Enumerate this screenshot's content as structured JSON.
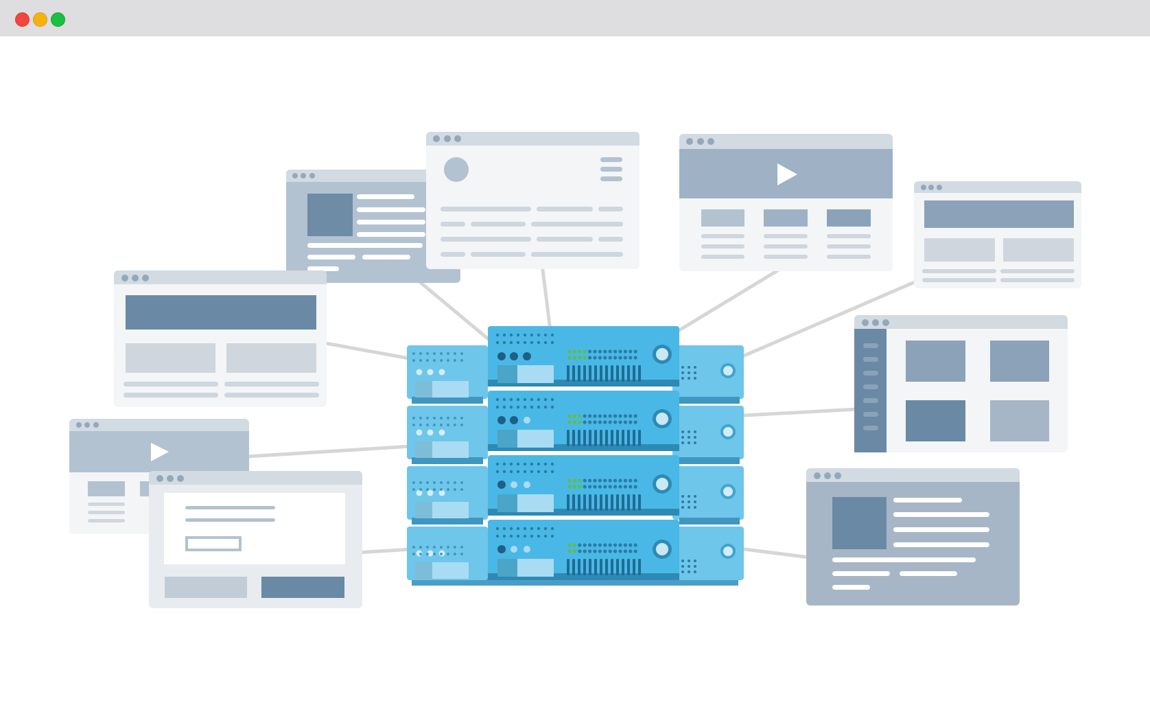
{
  "window": {
    "controls": [
      {
        "name": "close-button",
        "color": "#f2453d"
      },
      {
        "name": "minimize-button",
        "color": "#f5b20f"
      },
      {
        "name": "zoom-button",
        "color": "#1bbf41"
      }
    ]
  },
  "illustration": {
    "subject": "server-rack-connected-to-website-windows",
    "icons": [
      "server-rack-icon",
      "play-icon"
    ],
    "colors": {
      "server_light": "#6ec6ea",
      "server_main": "#4ab8e6",
      "server_dark": "#2d8ab5",
      "window_bar": "#d2dae2",
      "window_body": "#f3f5f7",
      "accent_dark": "#6a89a5",
      "connector": "#d6d6d6",
      "led_green": "#5fbf3f"
    }
  }
}
